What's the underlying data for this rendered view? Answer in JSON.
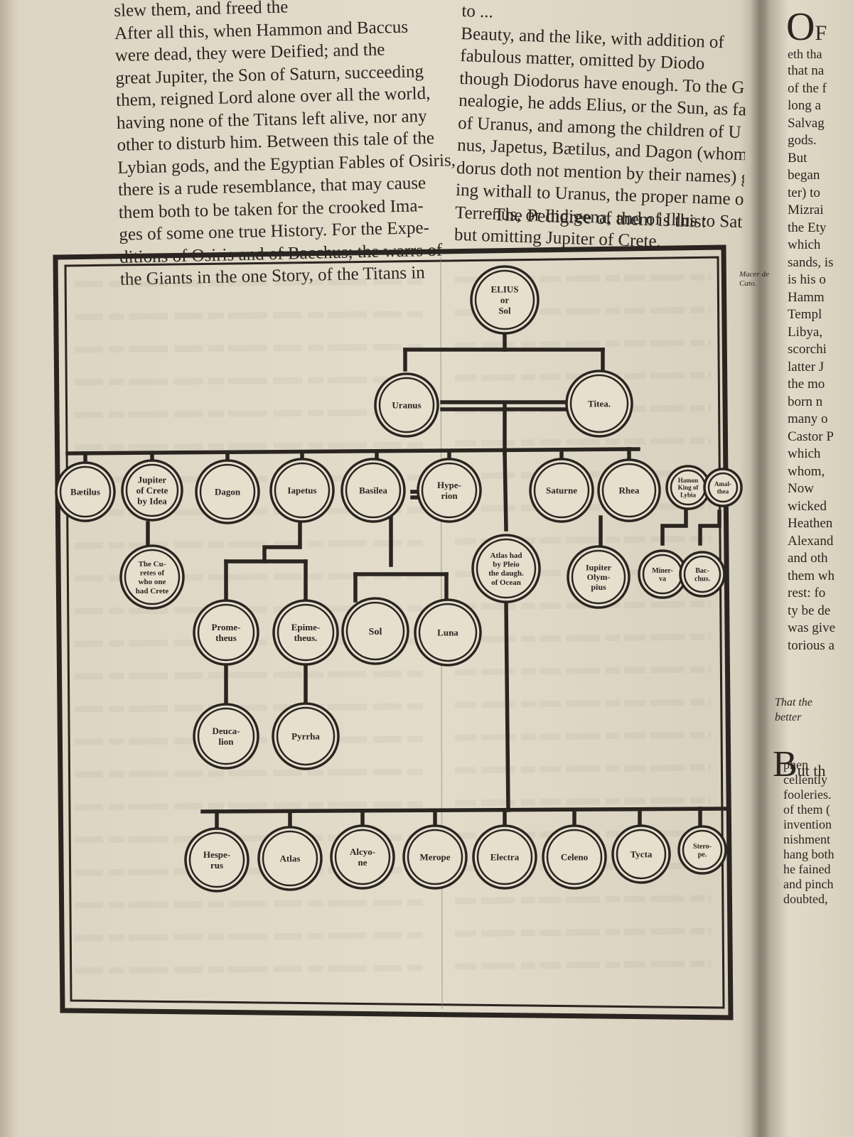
{
  "left_column": [
    "slew them, and freed the",
    "After all this, when Hammon and Baccus",
    "were dead, they were Deified; and the",
    "great Jupiter, the Son of Saturn, succeeding",
    "them, reigned Lord alone over all the world,",
    "having none of the Titans left alive, nor any",
    "other to disturb him. Between this tale of the",
    "Lybian gods, and the Egyptian Fables of Osiris,",
    "there is a rude resemblance, that may cause",
    "them both to be taken for the crooked Ima-",
    "ges of some one true History. For the Expe-",
    "ditions of Osiris and of Bacchus; the warrs of",
    "the Giants in the one Story, of the Titans in"
  ],
  "right_column": [
    "to ...",
    "Beauty, and the like, with addition of",
    "fabulous matter, omitted by Diodo",
    "though Diodorus have enough. To the G",
    "nealogie, he adds Elius, or the Sun, as fathe",
    "of Uranus, and among the children of U",
    "nus, Japetus, Bætilus, and Dagon (whom Di",
    "dorus doth not mention by their names) gi",
    "ing withall to Uranus, the proper name o",
    "Terrenus, or Indigena, and of Illus to Satu",
    "but omitting Jupiter of Crete."
  ],
  "caption": "The Pedigree of them is this:",
  "far_right_top": "eth tha",
  "far_right_column": [
    "that na",
    "of the f",
    "long a",
    "Salvag",
    "gods.",
    "But",
    "began",
    "ter) to",
    "Mizrai",
    "the Ety",
    "which",
    "sands, is",
    "is his o",
    "Hamm",
    "Templ",
    "Libya,",
    "scorchi",
    "latter J",
    "the mo",
    "born n",
    "many o",
    "Castor P",
    "which",
    "whom,",
    "Now",
    "wicked",
    "Heathen",
    "Alexand",
    "and oth",
    "them wh",
    "rest: fo",
    "ty be de",
    "was give",
    "torious a"
  ],
  "far_right_italic": [
    "That the",
    "better"
  ],
  "far_right_bottom": [
    "phen",
    "cellently",
    "fooleries.",
    "of them (",
    "invention",
    "nishment",
    "hang both",
    "he fained",
    "and pinch",
    "doubted,"
  ],
  "margin_note": [
    "Macer de",
    "Cato."
  ],
  "big_letters": {
    "top": "O",
    "bottom": "B",
    "top_suffix": "F",
    "bottom_suffix": "ut th"
  },
  "tree": {
    "root": [
      "ELIUS",
      "or",
      "Sol"
    ],
    "uranus": "Uranus",
    "titea": "Titea.",
    "row2": [
      {
        "id": "baetilus",
        "lines": [
          "Bætilus"
        ]
      },
      {
        "id": "jupiter-crete",
        "lines": [
          "Jupiter",
          "of Crete",
          "by Idea"
        ]
      },
      {
        "id": "dagon",
        "lines": [
          "Dagon"
        ]
      },
      {
        "id": "iapetus",
        "lines": [
          "Iapetus"
        ]
      },
      {
        "id": "basilea",
        "lines": [
          "Basilea"
        ]
      },
      {
        "id": "hyperion",
        "lines": [
          "Hype-",
          "rion"
        ]
      },
      {
        "id": "saturne",
        "lines": [
          "Saturne"
        ]
      },
      {
        "id": "rhea",
        "lines": [
          "Rhea"
        ]
      },
      {
        "id": "hamon",
        "lines": [
          "Hamon",
          "King of",
          "Lybia"
        ]
      },
      {
        "id": "amalthea",
        "lines": [
          "Amal-",
          "thea"
        ]
      }
    ],
    "curetes": [
      "The Cu-",
      "retes of",
      "who one",
      "had Crete"
    ],
    "atlas": [
      "Atlas had",
      "by Pleio",
      "the daugh.",
      "of Ocean"
    ],
    "jupiter_olympius": [
      "Iupiter",
      "Olym-",
      "pius"
    ],
    "minerva": [
      "Miner-",
      "va"
    ],
    "bacchus": [
      "Bac-",
      "chus."
    ],
    "prometheus": [
      "Prome-",
      "theus"
    ],
    "epimetheus": [
      "Epime-",
      "theus."
    ],
    "sol": [
      "Sol"
    ],
    "luna": [
      "Luna"
    ],
    "deucalion": [
      "Deuca-",
      "lion"
    ],
    "pyrrha": [
      "Pyrrha"
    ],
    "daughters": [
      {
        "id": "hesperus",
        "lines": [
          "Hespe-",
          "rus"
        ]
      },
      {
        "id": "atlas2",
        "lines": [
          "Atlas"
        ]
      },
      {
        "id": "alcyone",
        "lines": [
          "Alcyo-",
          "ne"
        ]
      },
      {
        "id": "merope",
        "lines": [
          "Merope"
        ]
      },
      {
        "id": "electra",
        "lines": [
          "Electra"
        ]
      },
      {
        "id": "celeno",
        "lines": [
          "Celeno"
        ]
      },
      {
        "id": "tycta",
        "lines": [
          "Tycta"
        ]
      },
      {
        "id": "sterope",
        "lines": [
          "Stero-",
          "pe."
        ]
      }
    ]
  },
  "colors": {
    "ink": "#2a2520",
    "paper": "#e3dccb",
    "shadow": "#8e8676"
  }
}
